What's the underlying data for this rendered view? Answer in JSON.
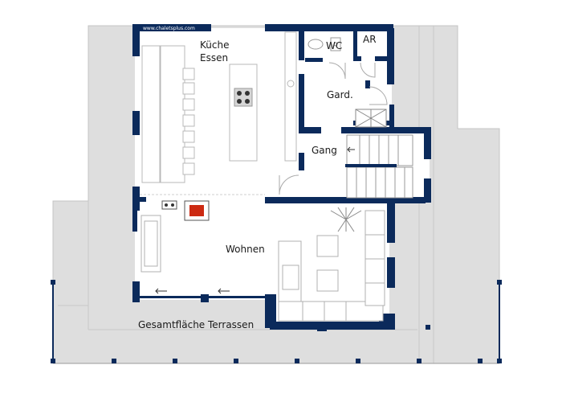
{
  "watermark": "www.chaletsplus.com",
  "rooms": {
    "kitchen_line1": "Küche",
    "kitchen_line2": "Essen",
    "wc": "WC",
    "ar": "AR",
    "garderobe": "Gard.",
    "gang": "Gang",
    "wohnen": "Wohnen",
    "terrassen": "Gesamtfläche Terrassen"
  },
  "colors": {
    "wall": "#0b2a5b",
    "terrace": "#dedede",
    "floor": "#ffffff",
    "furniture_stroke": "#b8b8b8",
    "fireplace": "#cc2a12"
  }
}
